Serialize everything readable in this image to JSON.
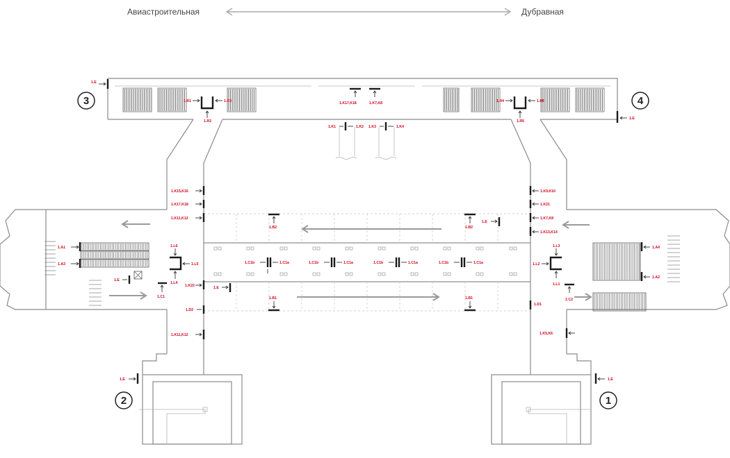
{
  "header": {
    "left_direction": "Авиастроительная",
    "right_direction": "Дубравная"
  },
  "exits": [
    "1",
    "2",
    "3",
    "4"
  ],
  "colors": {
    "label": "#d0021b",
    "wall": "#8a8a8a",
    "sign": "#1a1a1a"
  },
  "labels": {
    "e_top_left": "1.E",
    "r1": "1.R1",
    "r2": "1.R2",
    "r3": "1.R3",
    "k17k18_top": "1.K17,K18",
    "k7k8_top": "1.K7,K8",
    "r4": "1.R4",
    "r5": "1.R5",
    "r6": "1.R6",
    "e_right_top": "1.E",
    "k1": "1.K1",
    "k2": "1.K2",
    "k3": "1.K3",
    "k4": "1.K4",
    "k15k16": "1.K15,K16",
    "k17k18_left": "1.K17,K18",
    "k11k12_left": "1.K11,K12",
    "k9k10": "1.K9,K10",
    "k21": "1.K21",
    "k7k8_right": "1.K7,K8",
    "k13k14": "1.K13,K14",
    "b2_left": "1.B2",
    "e_mid": "1.E",
    "b2_right": "1.B2",
    "a1": "1.A1",
    "a3": "1.A3",
    "l6": "1.L6",
    "l5": "1.L5",
    "e_left_mid": "1.E",
    "l4": "1.L4",
    "c1": "1.C1",
    "k22": "1.K22",
    "e_platform": "1.E",
    "c1b_1": "1.C1b",
    "c1a_1": "1.C1a",
    "c1b_2": "1.C1b",
    "c1a_2": "1.C1a",
    "c1b_3": "1.C1b",
    "c1a_3": "1.C1a",
    "c1b_4": "1.C1b",
    "c1a_4": "1.C1a",
    "b1_left": "1.B1",
    "b1_right": "1.B1",
    "d2": "1.D2",
    "d1": "1.D1",
    "k11k12_lower": "1.K11,K12",
    "l3": "1.L3",
    "l2": "1.L2",
    "l1": "1.L1",
    "c2": "1.C2",
    "a4": "1.A4",
    "a2": "1.A2",
    "k5k6": "1.K5,K6",
    "e_bottom_left": "1.E",
    "e_bottom_right": "1.E"
  }
}
